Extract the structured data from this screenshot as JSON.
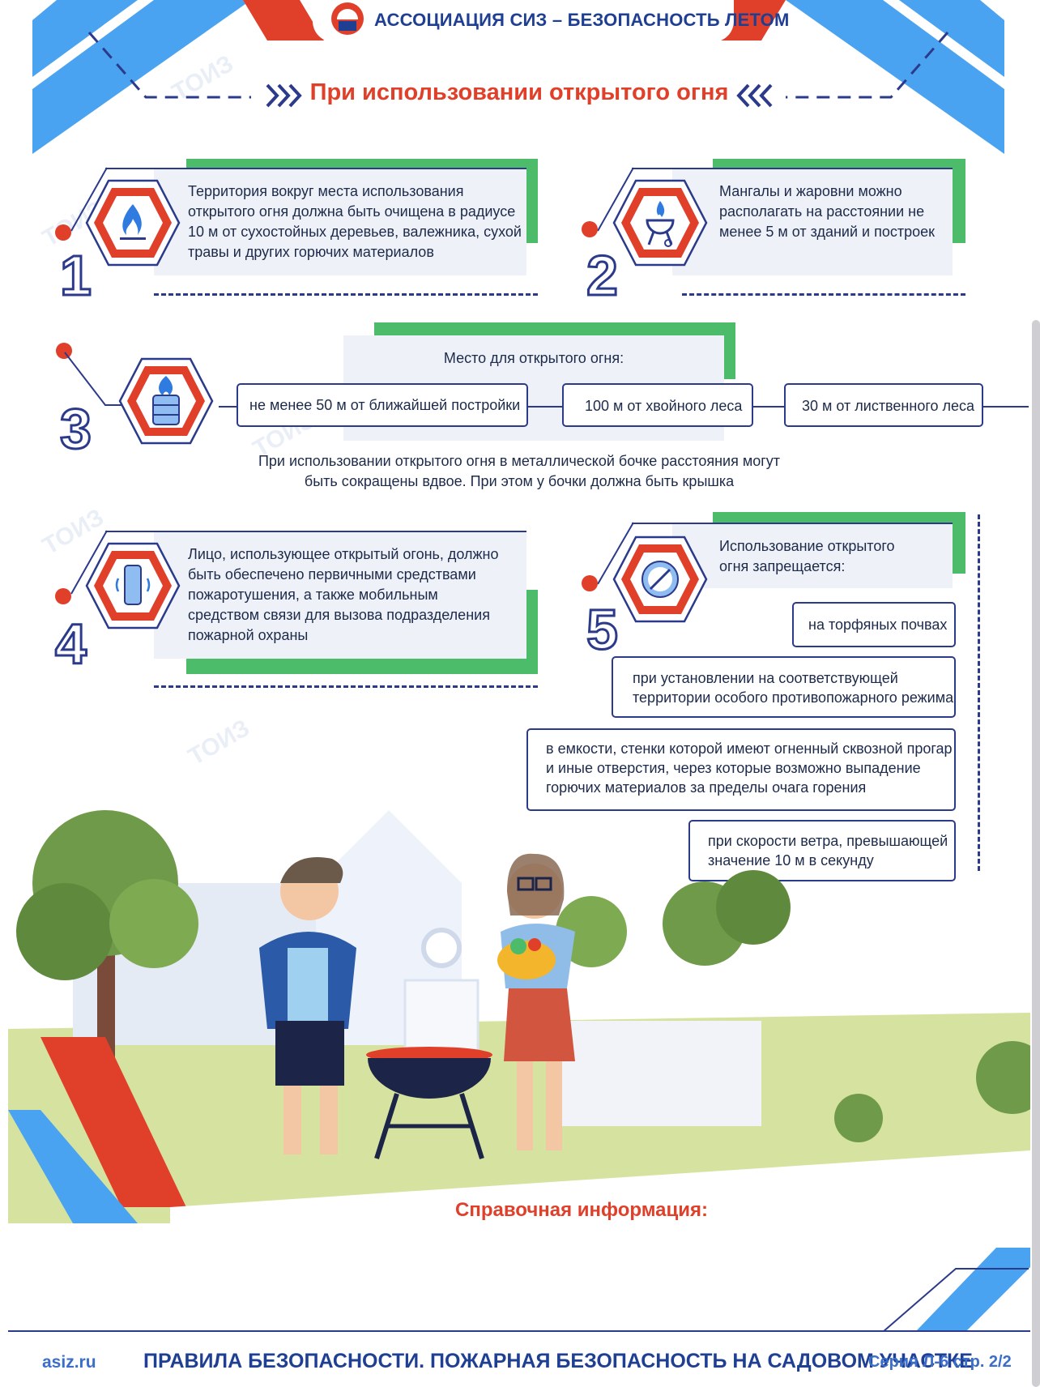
{
  "header": {
    "association": "АССОЦИАЦИЯ СИЗ – БЕЗОПАСНОСТЬ ЛЕТОМ",
    "title": "При использовании открытого огня"
  },
  "icons": {
    "logo": "siz-logo-icon",
    "rule1": "flame-icon",
    "rule2": "grill-icon",
    "rule3": "barrel-fire-icon",
    "rule4": "mobile-phone-icon",
    "rule5": "prohibition-icon"
  },
  "colors": {
    "red": "#e0402a",
    "blue": "#2b3a8a",
    "light_blue": "#4aa3f0",
    "green": "#4cbc6a"
  },
  "rules": [
    {
      "number": "1",
      "lines": [
        "Территория вокруг места использования",
        "открытого огня должна быть очищена в радиусе",
        "10 м от сухостойных деревьев, валежника, сухой",
        "травы и других горючих материалов"
      ]
    },
    {
      "number": "2",
      "lines": [
        "Мангалы и жаровни можно",
        "располагать на расстоянии не",
        "менее 5 м от зданий и построек"
      ]
    },
    {
      "number": "3",
      "title": "Место для открытого огня:",
      "distances": [
        "не менее 50 м от ближайшей постройки",
        "100 м от хвойного леса",
        "30 м от лиственного леса"
      ],
      "note_lines": [
        "При использовании открытого огня в металлической бочке расстояния могут",
        "быть сокращены вдвое. При этом у бочки должна быть крышка"
      ]
    },
    {
      "number": "4",
      "lines": [
        "Лицо, использующее открытый огонь, должно",
        "быть обеспечено первичными средствами",
        "пожаротушения, а также мобильным",
        "средством связи для вызова подразделения",
        "пожарной охраны"
      ]
    },
    {
      "number": "5",
      "lines": [
        "Использование открытого",
        "огня запрещается:"
      ],
      "prohibitions": [
        [
          "на торфяных почвах"
        ],
        [
          "при установлении на соответствующей",
          "территории особого противопожарного режима"
        ],
        [
          "в емкости, стенки которой имеют огненный сквозной прогар",
          "и иные отверстия, через которые возможно выпадение",
          "горючих материалов за пределы очага горения"
        ],
        [
          "при скорости ветра, превышающей",
          "значение 10 м в секунду"
        ]
      ]
    }
  ],
  "reference": "Справочная информация:",
  "footer": {
    "site": "asiz.ru",
    "title": "ПРАВИЛА БЕЗОПАСНОСТИ. ПОЖАРНАЯ БЕЗОПАСНОСТЬ НА САДОВОМ УЧАСТКЕ",
    "series": "Серия Л-6 стр. 2/2"
  },
  "watermark": "ТОИЗ"
}
